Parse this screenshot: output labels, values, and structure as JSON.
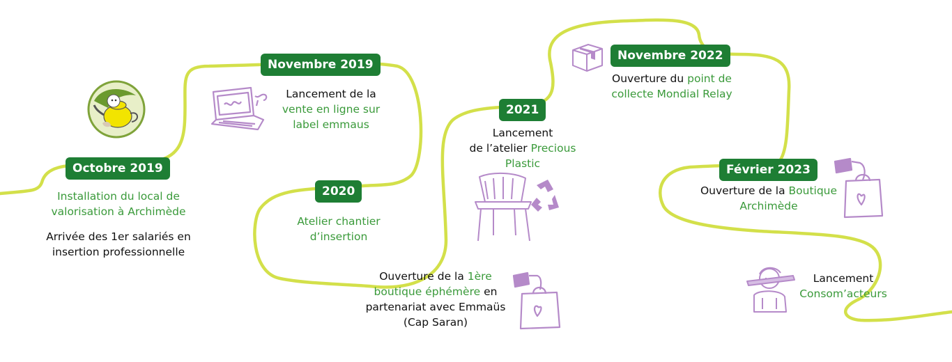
{
  "colors": {
    "path": "#d3e04a",
    "tag_bg": "#1e7e34",
    "tag_text": "#ffffff",
    "highlight": "#3a9a3a",
    "text": "#111111",
    "illustration": "#b58ac9"
  },
  "milestones": [
    {
      "date": "Octobre 2019",
      "lines": [
        "Installation du local de",
        "valorisation à Archimède"
      ],
      "note_lines": [
        "Arrivée des 1er salariés en",
        "insertion professionnelle"
      ],
      "icon": "teapot-logo-icon"
    },
    {
      "date": "Novembre 2019",
      "line1_plain": "Lancement de la",
      "line2_green": "vente en ligne sur",
      "line3_green": "label emmaus",
      "icon": "laptop-icon"
    },
    {
      "date": "2020",
      "line1_green": "Atelier chantier",
      "line2_green": "d’insertion"
    },
    {
      "line1_plain": "Ouverture de la ",
      "line1_green": "1ère",
      "line2_green": "boutique éphémère",
      "line2_plain": " en",
      "line3_plain": "partenariat avec Emmaüs",
      "line4_plain": "(Cap Saran)",
      "icon": "shopping-bag-icon"
    },
    {
      "date": "2021",
      "line1_plain": "Lancement",
      "line2_plain": "de l’atelier ",
      "line2_green": "Precious",
      "line3_green": "Plastic",
      "icon": "plastic-chair-recycle-icon"
    },
    {
      "date": "Novembre 2022",
      "line1_plain": "Ouverture du ",
      "line1_green": "point de",
      "line2_green": "collecte Mondial Relay",
      "icon": "parcel-box-icon"
    },
    {
      "date": "Février 2023",
      "line1_plain": "Ouverture de la ",
      "line1_green": "Boutique",
      "line2_green": "Archimède",
      "icon": "shopping-bag-icon"
    },
    {
      "line1_plain": "Lancement",
      "line2_green": "Consom’acteurs",
      "icon": "person-pencil-icon"
    }
  ]
}
